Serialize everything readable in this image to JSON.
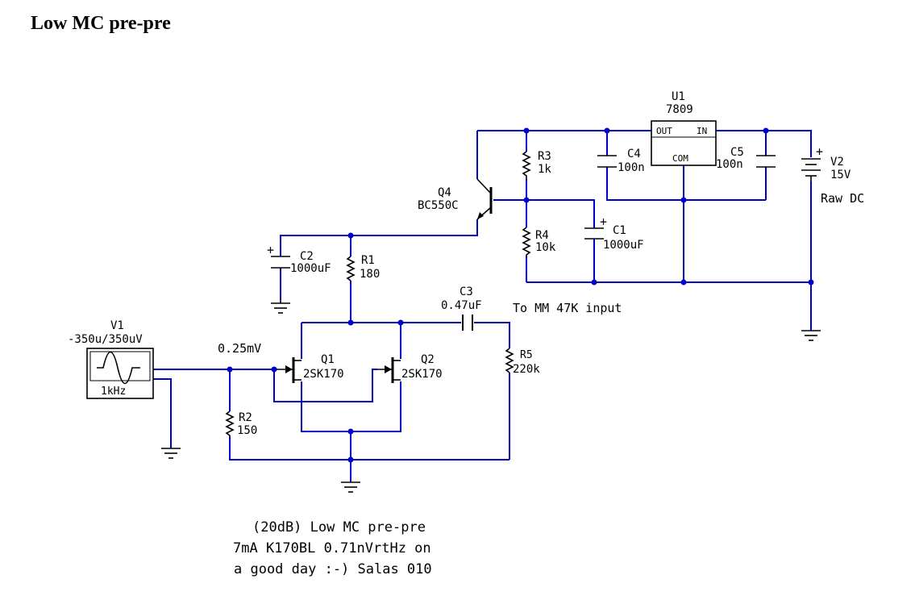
{
  "title": "Low MC pre-pre",
  "components": {
    "u1": {
      "name": "U1",
      "part": "7809",
      "pin_out": "OUT",
      "pin_in": "IN",
      "pin_com": "COM"
    },
    "v2": {
      "name": "V2",
      "value": "15V",
      "label": "Raw DC"
    },
    "r3": {
      "name": "R3",
      "value": "1k"
    },
    "r4": {
      "name": "R4",
      "value": "10k"
    },
    "c4": {
      "name": "C4",
      "value": "100n"
    },
    "c5": {
      "name": "C5",
      "value": "100n"
    },
    "c1": {
      "name": "C1",
      "value": "1000uF"
    },
    "q4": {
      "name": "Q4",
      "part": "BC550C"
    },
    "c2": {
      "name": "C2",
      "value": "1000uF"
    },
    "r1": {
      "name": "R1",
      "value": "180"
    },
    "c3": {
      "name": "C3",
      "value": "0.47uF"
    },
    "r5": {
      "name": "R5",
      "value": "220k"
    },
    "v1": {
      "name": "V1",
      "value": "-350u/350uV",
      "freq": "1kHz"
    },
    "q1": {
      "name": "Q1",
      "part": "2SK170"
    },
    "q2": {
      "name": "Q2",
      "part": "2SK170"
    },
    "r2": {
      "name": "R2",
      "value": "150"
    }
  },
  "labels": {
    "input_level": "0.25mV",
    "output": "To MM 47K input",
    "plus": "+"
  },
  "notes": [
    "(20dB) Low MC pre-pre",
    "7mA K170BL 0.71nVrtHz on",
    "a good day :-) Salas 010"
  ],
  "colors": {
    "wire": "#0000cc",
    "component": "#000000"
  }
}
